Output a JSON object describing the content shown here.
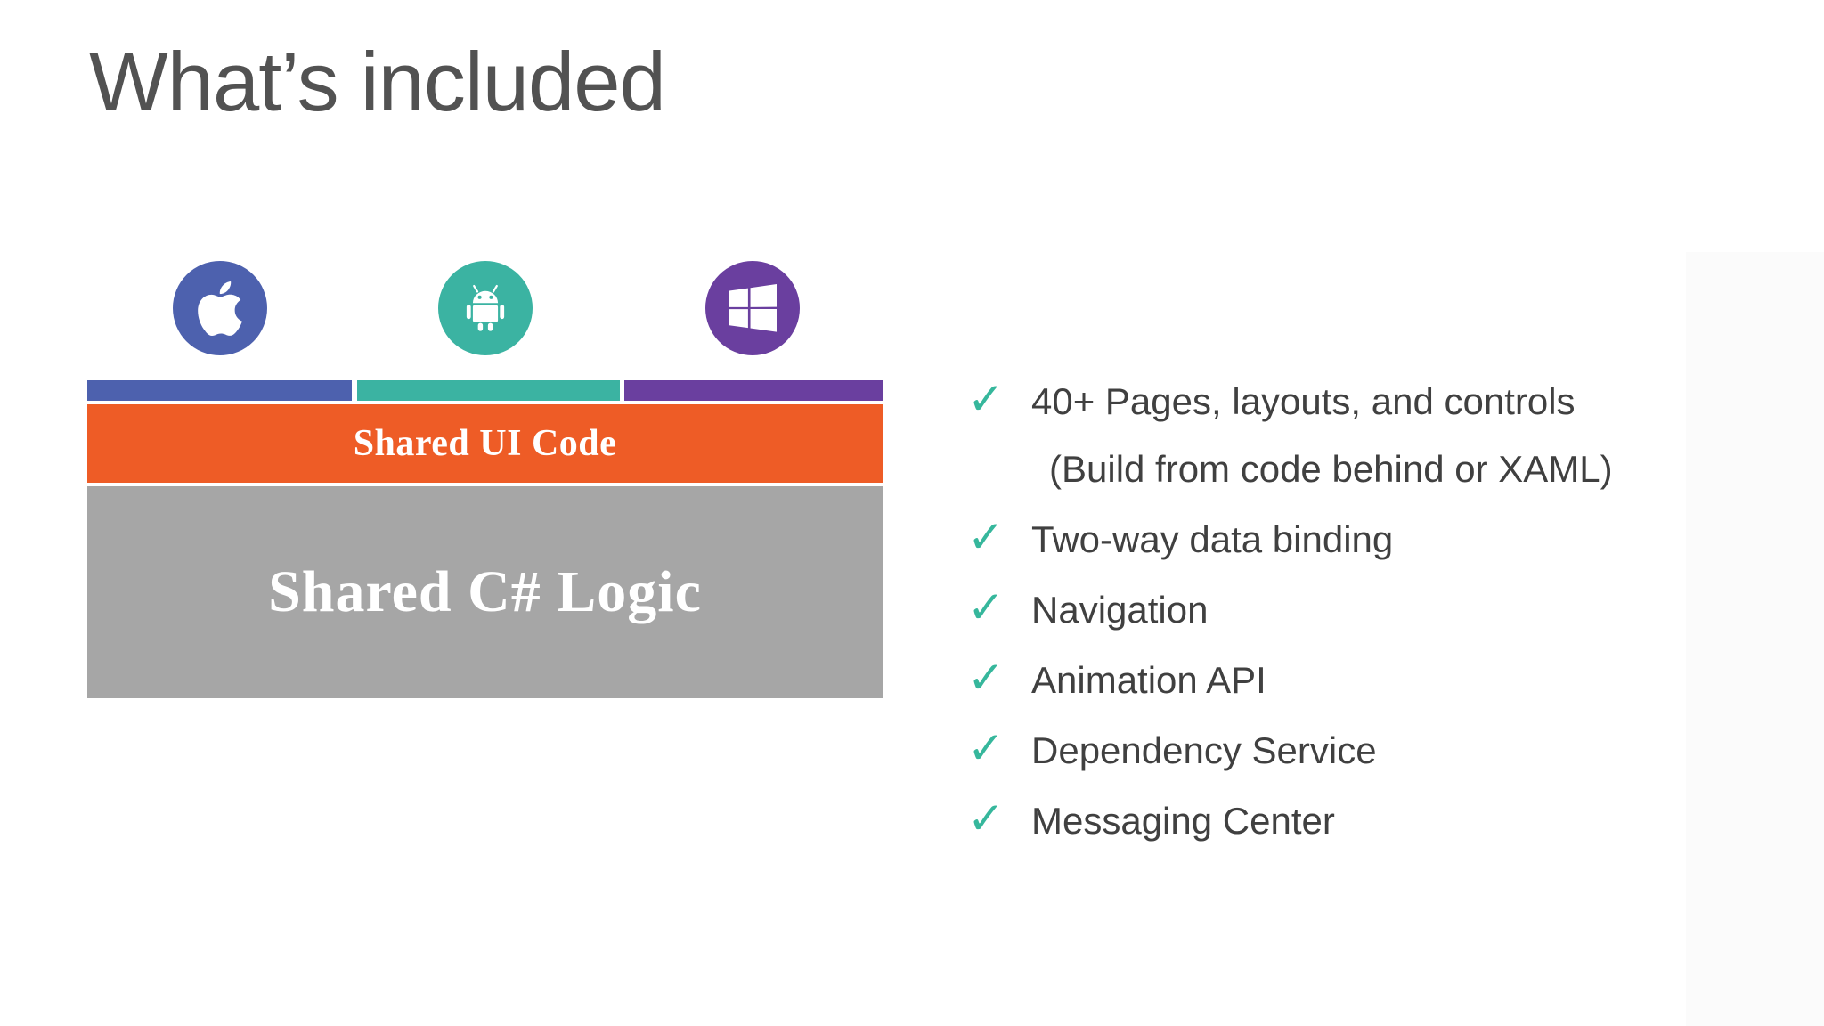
{
  "slide_title": "What’s included",
  "diagram": {
    "platforms": [
      {
        "name": "ios",
        "icon": "apple-icon",
        "color": "#4d61ae"
      },
      {
        "name": "android",
        "icon": "android-icon",
        "color": "#3bb3a2"
      },
      {
        "name": "windows",
        "icon": "windows-icon",
        "color": "#6a3f9f"
      }
    ],
    "shared_ui": {
      "label": "Shared UI Code",
      "color": "#ee5c26",
      "text_color": "#ffffff"
    },
    "shared_logic": {
      "label": "Shared C# Logic",
      "color": "#a6a6a6",
      "text_color": "#ffffff"
    }
  },
  "checklist": {
    "check_glyph": "✓",
    "check_color": "#36b79c",
    "text_color": "#404040",
    "items": [
      {
        "text": "40+ Pages, layouts, and controls",
        "subtext": "(Build from code behind or XAML)"
      },
      {
        "text": "Two-way data binding"
      },
      {
        "text": "Navigation"
      },
      {
        "text": "Animation API"
      },
      {
        "text": "Dependency Service"
      },
      {
        "text": "Messaging Center"
      }
    ]
  }
}
